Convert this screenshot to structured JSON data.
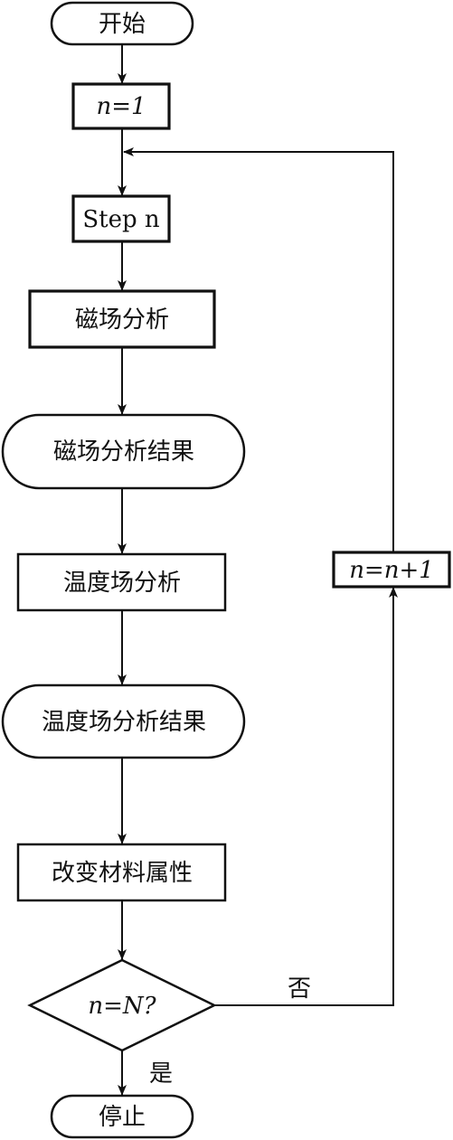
{
  "nodes": {
    "start": {
      "label": "开始"
    },
    "init": {
      "label": "n=1"
    },
    "step": {
      "label": "Step n"
    },
    "magnetic_analysis": {
      "label": "磁场分析"
    },
    "magnetic_result": {
      "label": "磁场分析结果"
    },
    "temperature_analysis": {
      "label": "温度场分析"
    },
    "temperature_result": {
      "label": "温度场分析结果"
    },
    "change_material": {
      "label": "改变材料属性"
    },
    "decision": {
      "label": "n=N?"
    },
    "increment": {
      "label": "n=n+1"
    },
    "stop": {
      "label": "停止"
    }
  },
  "edges": {
    "no_label": "否",
    "yes_label": "是"
  }
}
